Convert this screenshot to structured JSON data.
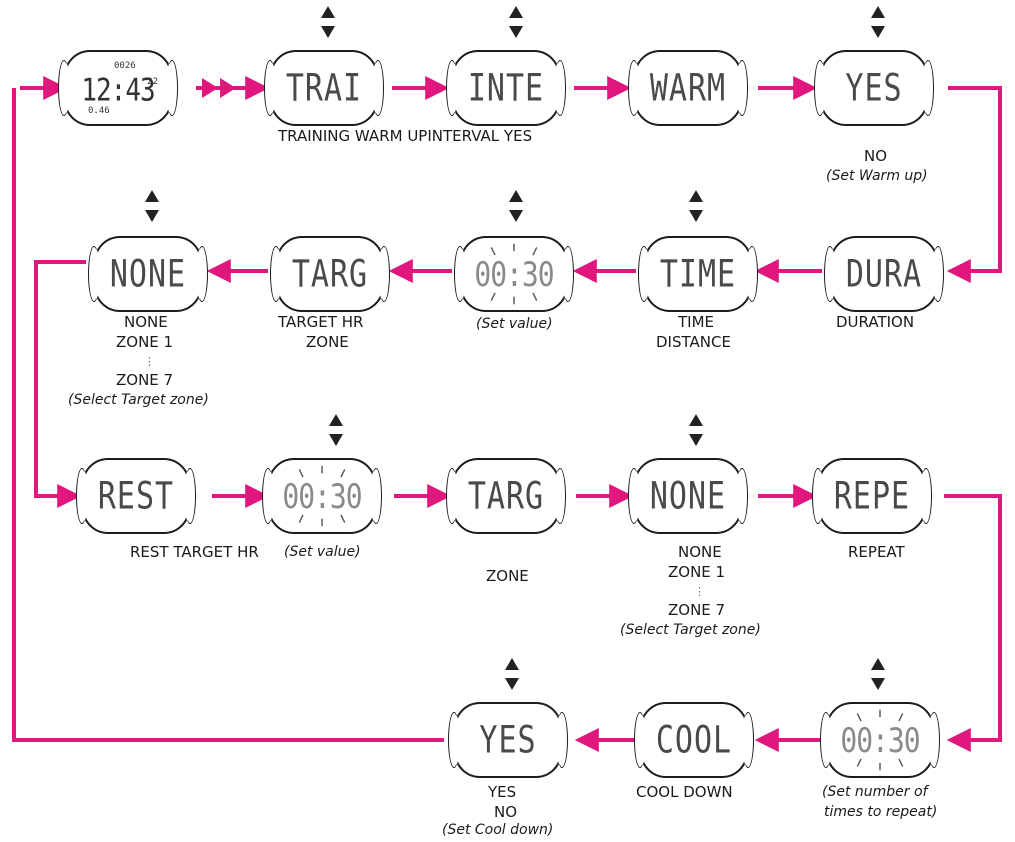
{
  "colors": {
    "arrow": "#e0177d",
    "outline": "#1c1c1c"
  },
  "clock": {
    "top": "0026",
    "time": "12:43",
    "sec": "22",
    "date": "0.46"
  },
  "row1": {
    "displays": [
      "TRAI",
      "INTE",
      "WARM",
      "YES"
    ],
    "caption": "TRAINING WARM UPINTERVAL YES",
    "warm_no": "NO",
    "warm_note": "(Set Warm up)"
  },
  "row2": {
    "displays": [
      "NONE",
      "TARG",
      "00:30",
      "TIME",
      "DURA"
    ],
    "none_lines": [
      "NONE",
      "ZONE 1",
      "⋮",
      "ZONE 7"
    ],
    "none_note": "(Select Target zone)",
    "targ_lines": [
      "TARGET HR",
      "ZONE"
    ],
    "value_note": "(Set value)",
    "time_lines": [
      "TIME",
      "DISTANCE"
    ],
    "dura_label": "DURATION"
  },
  "row3": {
    "displays": [
      "REST",
      "00:30",
      "TARG",
      "NONE",
      "REPE"
    ],
    "rest_label": "REST TARGET HR",
    "value_note": "(Set value)",
    "zone_label": "ZONE",
    "none_lines": [
      "NONE",
      "ZONE 1",
      "⋮",
      "ZONE 7"
    ],
    "none_note": "(Select Target zone)",
    "repeat_label": "REPEAT"
  },
  "row4": {
    "displays": [
      "YES",
      "COOL",
      "00:30"
    ],
    "yes_lines": [
      "YES",
      "NO"
    ],
    "yes_note": "(Set Cool down)",
    "cool_label": "COOL DOWN",
    "repeat_note_lines": [
      "(Set number of",
      "times to repeat)"
    ]
  }
}
